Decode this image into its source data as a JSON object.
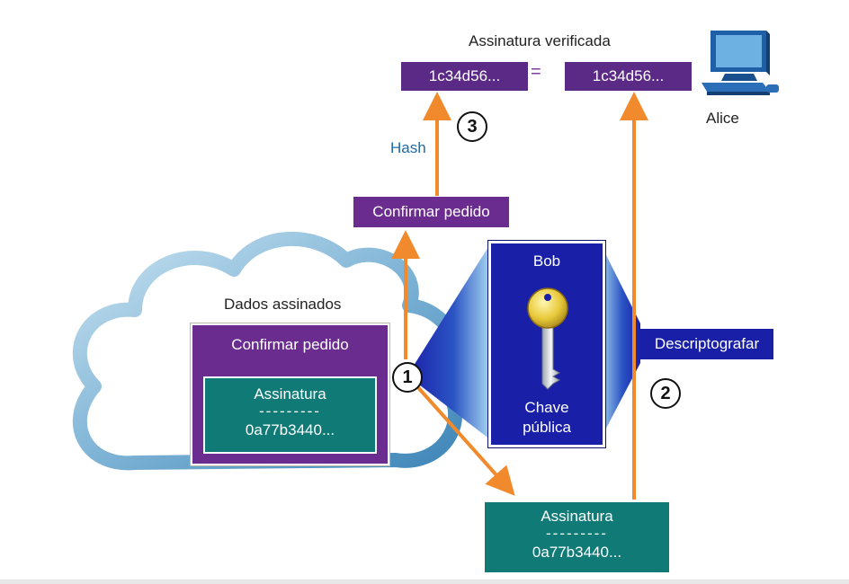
{
  "header": {
    "title": "Assinatura verificada",
    "user_label": "Alice"
  },
  "hash_left": "1c34d56...",
  "equals": "=",
  "hash_right": "1c34d56...",
  "hash_label": "Hash",
  "step3": "3",
  "step1": "1",
  "step2": "2",
  "confirm_top": "Confirmar pedido",
  "cloud": {
    "title": "Dados assinados",
    "doc_title": "Confirmar pedido",
    "sig_title": "Assinatura",
    "sig_dashes": "---------",
    "sig_value": "0a77b3440..."
  },
  "bob_key": {
    "owner": "Bob",
    "label_line1": "Chave",
    "label_line2": "pública"
  },
  "decrypt_label": "Descriptografar",
  "bottom_sig": {
    "title": "Assinatura",
    "dashes": "---------",
    "value": "0a77b3440..."
  },
  "colors": {
    "purple": "#6b2c8f",
    "teal": "#0f7a76",
    "blue": "#1a1fa8",
    "orange": "#f08a2c"
  }
}
